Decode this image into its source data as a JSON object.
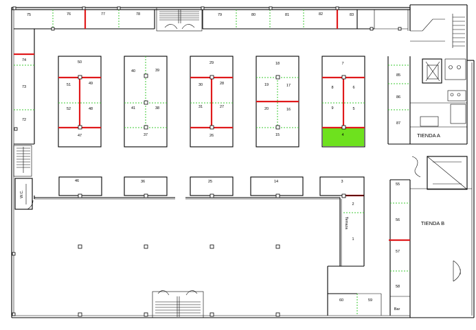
{
  "plan": {
    "units": {
      "u75": "75",
      "u76": "76",
      "u77": "77",
      "u78": "78",
      "u79": "79",
      "u80": "80",
      "u81": "81",
      "u82": "82",
      "u83": "83",
      "u74": "74",
      "u73": "73",
      "u72": "72",
      "u50": "50",
      "u51": "51",
      "u49": "49",
      "u52": "52",
      "u48": "48",
      "u47": "47",
      "u40": "40",
      "u39": "39",
      "u41": "41",
      "u38": "38",
      "u37": "37",
      "u29": "29",
      "u30": "30",
      "u28": "28",
      "u31": "31",
      "u27": "27",
      "u26": "26",
      "u18": "18",
      "u19": "19",
      "u17": "17",
      "u20": "20",
      "u16": "16",
      "u15": "15",
      "u7": "7",
      "u8": "8",
      "u6": "6",
      "u9": "9",
      "u5": "5",
      "u4": "4",
      "u85": "85",
      "u86": "86",
      "u87": "87",
      "u46": "46",
      "u36": "36",
      "u25": "25",
      "u14": "14",
      "u3": "3",
      "u2": "2",
      "u1": "1",
      "u55": "55",
      "u56": "56",
      "u57": "57",
      "u58": "58",
      "u60": "60",
      "u59": "59"
    },
    "tienda_a": "TIENDA A",
    "tienda_b": "TIENDA B",
    "terraza": "Terraza",
    "bar": "Bar",
    "wc": "W.C.",
    "highlight_color": "#6ee11e",
    "divider_color": "#e0191b",
    "partition_color": "#39c82f"
  }
}
